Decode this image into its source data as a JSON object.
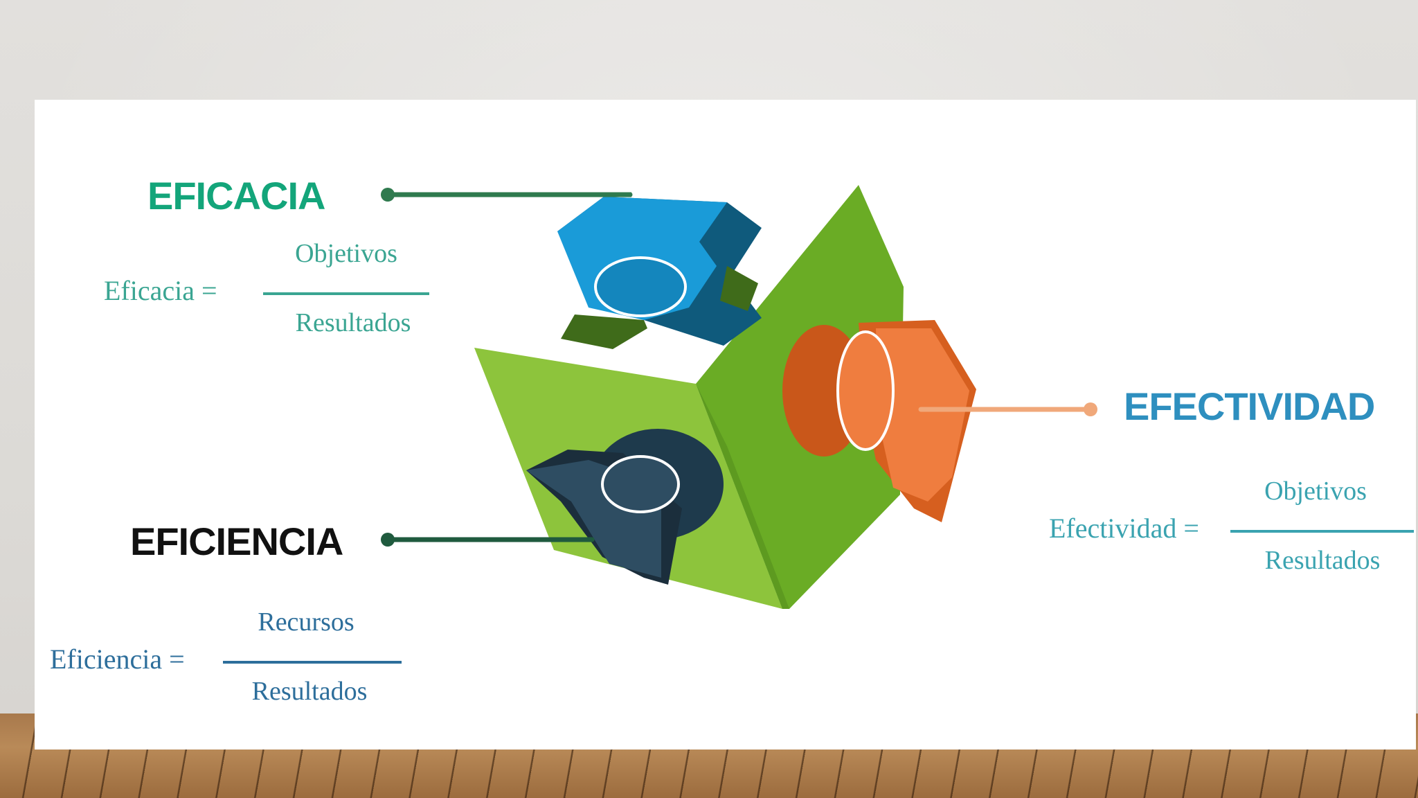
{
  "eficacia": {
    "title": "EFICACIA",
    "formula_label": "Eficacia =",
    "numerator": "Objetivos",
    "denominator": "Resultados",
    "color": "#13a57a"
  },
  "eficiencia": {
    "title": "EFICIENCIA",
    "formula_label": "Eficiencia =",
    "numerator": "Recursos",
    "denominator": "Resultados",
    "color": "#1f5f8e"
  },
  "efectividad": {
    "title": "EFECTIVIDAD",
    "formula_label": "Efectividad =",
    "numerator": "Objetivos",
    "denominator": "Resultados",
    "color": "#2e8fbf"
  },
  "colors": {
    "green_panel": "#7cbf2a",
    "blue_piece": "#1b9ad6",
    "dark_piece": "#2c4a5e",
    "orange_piece": "#ef7d3f"
  }
}
